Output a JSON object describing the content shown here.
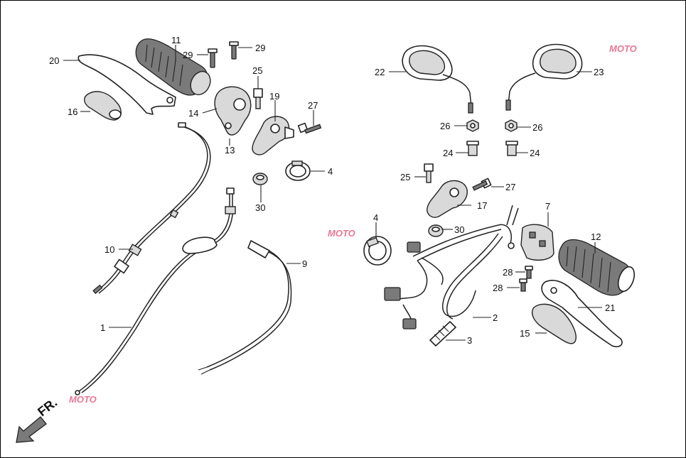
{
  "direction_marker": "FR.",
  "watermark": "MOTO",
  "callouts": [
    {
      "id": "c20",
      "text": "20"
    },
    {
      "id": "c11",
      "text": "11"
    },
    {
      "id": "c29a",
      "text": "29"
    },
    {
      "id": "c29b",
      "text": "29"
    },
    {
      "id": "c25a",
      "text": "25"
    },
    {
      "id": "c16",
      "text": "16"
    },
    {
      "id": "c14",
      "text": "14"
    },
    {
      "id": "c19",
      "text": "19"
    },
    {
      "id": "c27a",
      "text": "27"
    },
    {
      "id": "c13",
      "text": "13"
    },
    {
      "id": "c4a",
      "text": "4"
    },
    {
      "id": "c30a",
      "text": "30"
    },
    {
      "id": "c10",
      "text": "10"
    },
    {
      "id": "c9",
      "text": "9"
    },
    {
      "id": "c1",
      "text": "1"
    },
    {
      "id": "c22",
      "text": "22"
    },
    {
      "id": "c23",
      "text": "23"
    },
    {
      "id": "c26a",
      "text": "26"
    },
    {
      "id": "c26b",
      "text": "26"
    },
    {
      "id": "c24a",
      "text": "24"
    },
    {
      "id": "c24b",
      "text": "24"
    },
    {
      "id": "c25b",
      "text": "25"
    },
    {
      "id": "c27b",
      "text": "27"
    },
    {
      "id": "c17",
      "text": "17"
    },
    {
      "id": "c7",
      "text": "7"
    },
    {
      "id": "c4b",
      "text": "4"
    },
    {
      "id": "c30b",
      "text": "30"
    },
    {
      "id": "c12",
      "text": "12"
    },
    {
      "id": "c28a",
      "text": "28"
    },
    {
      "id": "c28b",
      "text": "28"
    },
    {
      "id": "c21",
      "text": "21"
    },
    {
      "id": "c2",
      "text": "2"
    },
    {
      "id": "c15",
      "text": "15"
    },
    {
      "id": "c3",
      "text": "3"
    }
  ]
}
